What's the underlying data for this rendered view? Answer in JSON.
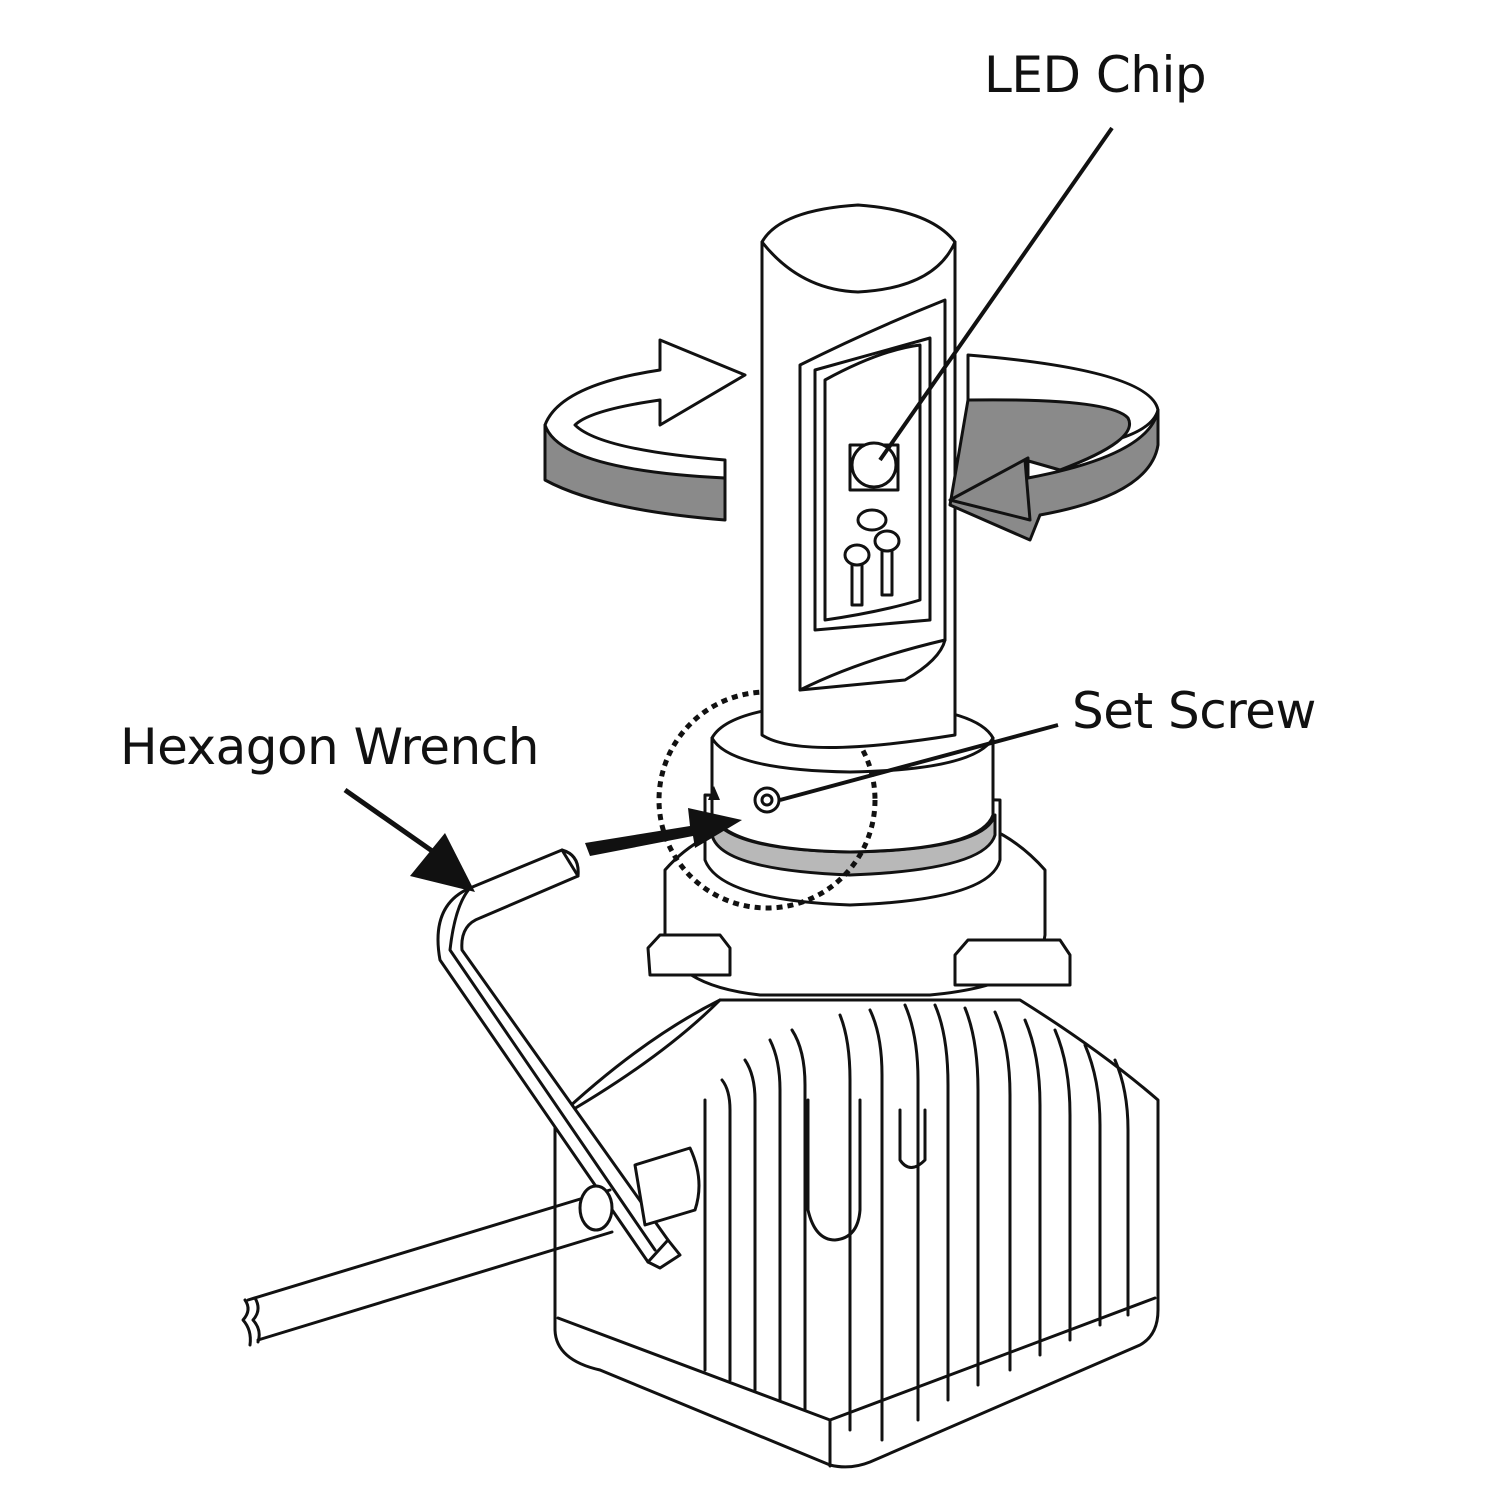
{
  "labels": {
    "led_chip": "LED Chip",
    "set_screw": "Set Screw",
    "hexagon_wrench": "Hexagon Wrench"
  },
  "colors": {
    "line": "#111111",
    "background": "#ffffff",
    "arrow_gray": "#8a8a8a",
    "ring_gray": "#b8b8b8"
  }
}
